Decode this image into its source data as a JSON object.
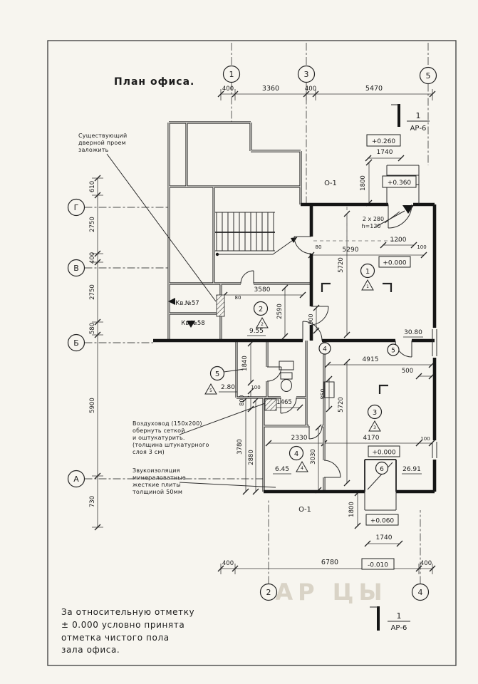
{
  "title": "План офиса.",
  "axes": {
    "top": [
      "1",
      "3",
      "5"
    ],
    "left": [
      "Г",
      "В",
      "Б",
      "А"
    ],
    "bottom": [
      "2",
      "4"
    ]
  },
  "section_mark": {
    "number": "1",
    "sheet": "АР-6"
  },
  "dims": {
    "top": [
      "400",
      "3360",
      "400",
      "5470"
    ],
    "left": [
      "610",
      "2750",
      "400",
      "2750",
      "580",
      "5900",
      "730"
    ],
    "bottom": [
      "400",
      "6780",
      "400"
    ],
    "porch_top_w": "1740",
    "porch_top_h": "1800",
    "entry_width": "1200",
    "room1_w": "5290",
    "room1_h": "5720",
    "room2_w": "3580",
    "room2_h": "2590",
    "door_900": "900",
    "hall_w": "4915",
    "win_500": "500",
    "store_h": "1840",
    "wc_800": "800",
    "wc_100": "100",
    "wc_w": "1465",
    "duct_850": "850",
    "room3_h": "5720",
    "room3_w": "4170",
    "room4_w": "2330",
    "room4_h": "3030",
    "left_3780": "3780",
    "left_2880": "2880",
    "porch_bot_h": "1800",
    "porch_bot_w": "1740",
    "off_80a": "80",
    "off_80b": "80",
    "off_100": "100",
    "wall_100": "100"
  },
  "elevations": {
    "top_porch": "+0.260",
    "top_entry": "+0.360",
    "room1": "+0.000",
    "room3": "+0.000",
    "bot_entry": "+0.060",
    "bot_porch": "-0.010"
  },
  "areas": {
    "room1": "30.80",
    "room2": "9.55",
    "room3": "26.91",
    "room4": "6.45",
    "room5": "2.80"
  },
  "rooms": [
    "1",
    "2",
    "3",
    "4",
    "5",
    "6"
  ],
  "wall_marks": [
    "4",
    "5"
  ],
  "labels": {
    "o1": "О-1",
    "kv57": "Кв.№57",
    "kv58": "Кв.№58",
    "steps_line1": "2 х 280",
    "steps_line2": "h=120"
  },
  "notes": {
    "existing": [
      "Существующий",
      "дверной проем",
      "заложить"
    ],
    "duct": [
      "Воздуховод (150х200)",
      "обернуть сеткой",
      "и оштукатурить.",
      "(толщина штукатурного",
      "слоя 3 см)"
    ],
    "sound": [
      "Звукоизоляция",
      "минераловатные",
      "жесткие плиты",
      "толщиной 50мм"
    ],
    "footnote": [
      "За относительную отметку",
      "± 0.000 условно принята",
      "отметка чистого пола",
      "зала офиса."
    ]
  },
  "watermark": "АР ЦЫ"
}
